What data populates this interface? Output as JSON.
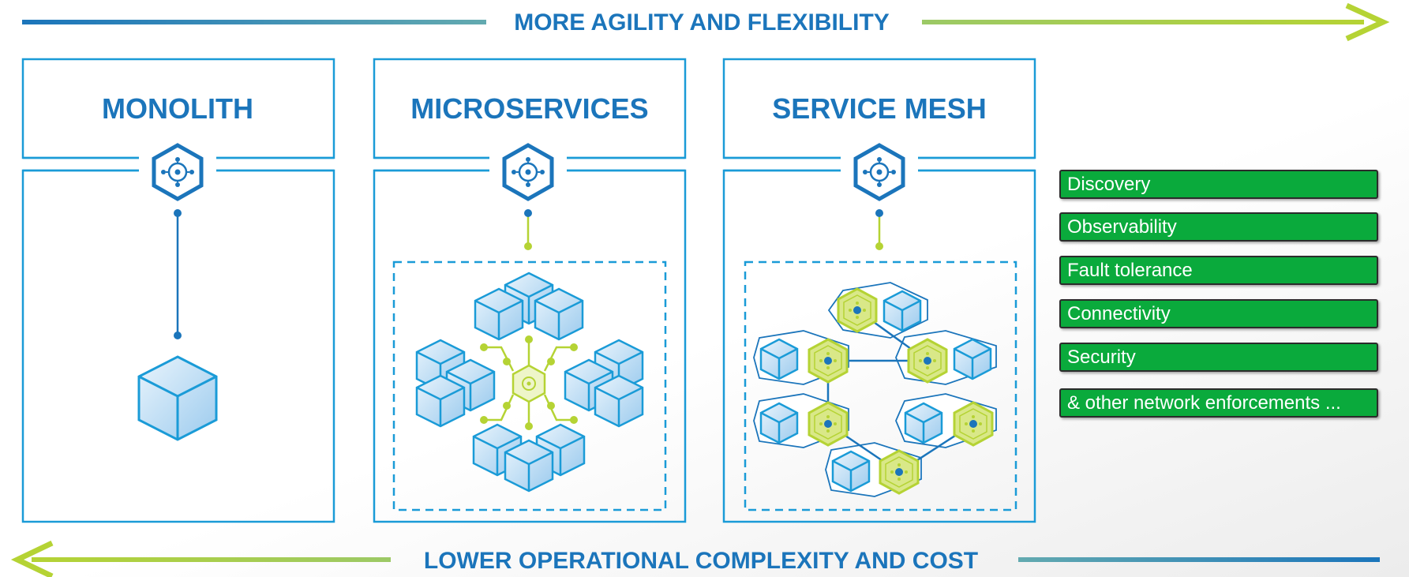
{
  "top_banner": {
    "label": "MORE AGILITY AND FLEXIBILITY"
  },
  "bottom_banner": {
    "label": "LOWER OPERATIONAL COMPLEXITY AND COST"
  },
  "panels": [
    {
      "title": "MONOLITH"
    },
    {
      "title": "MICROSERVICES"
    },
    {
      "title": "SERVICE MESH"
    }
  ],
  "features": [
    "Discovery",
    "Observability",
    "Fault tolerance",
    "Connectivity",
    "Security",
    "& other network enforcements ..."
  ],
  "colors": {
    "blue": "#1b75bb",
    "light_blue": "#1a9bd7",
    "lime": "#b5d334",
    "feature_green": "#0aaa3c"
  }
}
